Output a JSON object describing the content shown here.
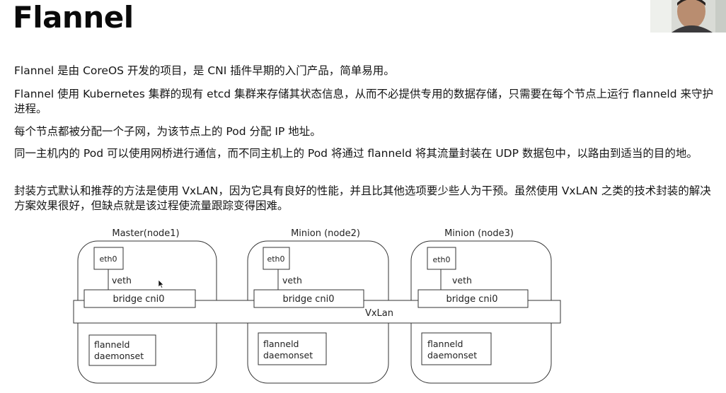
{
  "title": "Flannel",
  "paragraphs": [
    "Flannel 是由 CoreOS 开发的项目，是 CNI 插件早期的入门产品，简单易用。",
    "Flannel 使用 Kubernetes 集群的现有 etcd 集群来存储其状态信息，从而不必提供专用的数据存储，只需要在每个节点上运行 flanneld 来守护进程。",
    "每个节点都被分配一个子网，为该节点上的 Pod 分配 IP 地址。",
    "同一主机内的 Pod 可以使用网桥进行通信，而不同主机上的 Pod 将通过 flanneld 将其流量封装在 UDP 数据包中，以路由到适当的目的地。",
    "封装方式默认和推荐的方法是使用 VxLAN，因为它具有良好的性能，并且比其他选项要少些人为干预。虽然使用 VxLAN 之类的技术封装的解决方案效果很好，但缺点就是该过程使流量跟踪变得困难。"
  ],
  "diagram": {
    "overlay_label": "VxLan",
    "nodes": [
      {
        "name": "Master(node1)",
        "eth": "eth0",
        "veth": "veth",
        "bridge": "bridge cni0",
        "daemon_line1": "flanneld",
        "daemon_line2": "daemonset"
      },
      {
        "name": "Minion (node2)",
        "eth": "eth0",
        "veth": "veth",
        "bridge": "bridge cni0",
        "daemon_line1": "flanneld",
        "daemon_line2": "daemonset"
      },
      {
        "name": "Minion (node3)",
        "eth": "eth0",
        "veth": "veth",
        "bridge": "bridge cni0",
        "daemon_line1": "flanneld",
        "daemon_line2": "daemonset"
      }
    ]
  }
}
